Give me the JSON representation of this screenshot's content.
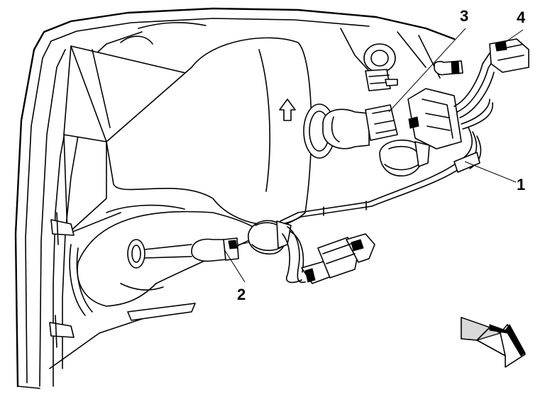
{
  "callouts": {
    "c1": "1",
    "c2": "2",
    "c3": "3",
    "c4": "4"
  },
  "colors": {
    "line": "#000000",
    "background": "#ffffff",
    "shade": "#d9d9d9"
  }
}
